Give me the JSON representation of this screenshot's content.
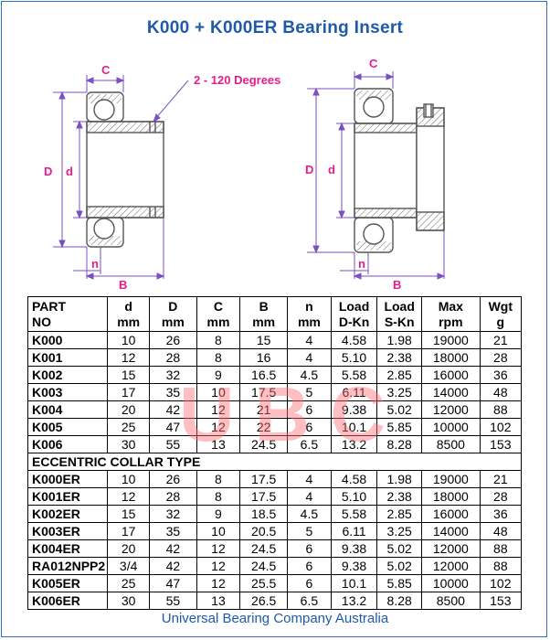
{
  "title": "K000 + K000ER Bearing Insert",
  "footer": "Universal Bearing Company Australia",
  "watermark": "UBC",
  "diagram": {
    "labels": {
      "c": "C",
      "angle": "2 - 120 Degrees",
      "D": "D",
      "d": "d",
      "n": "n",
      "B": "B"
    },
    "colors": {
      "label": "#e61c8a",
      "outline": "#555555"
    }
  },
  "table": {
    "headers": [
      [
        "PART",
        "NO"
      ],
      [
        "d",
        "mm"
      ],
      [
        "D",
        "mm"
      ],
      [
        "C",
        "mm"
      ],
      [
        "B",
        "mm"
      ],
      [
        "n",
        "mm"
      ],
      [
        "Load",
        "D-Kn"
      ],
      [
        "Load",
        "S-Kn"
      ],
      [
        "Max",
        "rpm"
      ],
      [
        "Wgt",
        "g"
      ]
    ],
    "rows_standard": [
      [
        "K000",
        "10",
        "26",
        "8",
        "15",
        "4",
        "4.58",
        "1.98",
        "19000",
        "21"
      ],
      [
        "K001",
        "12",
        "28",
        "8",
        "16",
        "4",
        "5.10",
        "2.38",
        "18000",
        "28"
      ],
      [
        "K002",
        "15",
        "32",
        "9",
        "16.5",
        "4.5",
        "5.58",
        "2.85",
        "16000",
        "36"
      ],
      [
        "K003",
        "17",
        "35",
        "10",
        "17.5",
        "5",
        "6.11",
        "3.25",
        "14000",
        "48"
      ],
      [
        "K004",
        "20",
        "42",
        "12",
        "21",
        "6",
        "9.38",
        "5.02",
        "12000",
        "88"
      ],
      [
        "K005",
        "25",
        "47",
        "12",
        "22",
        "6",
        "10.1",
        "5.85",
        "10000",
        "102"
      ],
      [
        "K006",
        "30",
        "55",
        "13",
        "24.5",
        "6.5",
        "13.2",
        "8.28",
        "8500",
        "153"
      ]
    ],
    "section_label": "ECCENTRIC COLLAR TYPE",
    "rows_eccentric": [
      [
        "K000ER",
        "10",
        "26",
        "8",
        "17.5",
        "4",
        "4.58",
        "1.98",
        "19000",
        "21"
      ],
      [
        "K001ER",
        "12",
        "28",
        "8",
        "17.5",
        "4",
        "5.10",
        "2.38",
        "18000",
        "28"
      ],
      [
        "K002ER",
        "15",
        "32",
        "9",
        "18.5",
        "4.5",
        "5.58",
        "2.85",
        "16000",
        "36"
      ],
      [
        "K003ER",
        "17",
        "35",
        "10",
        "20.5",
        "5",
        "6.11",
        "3.25",
        "14000",
        "48"
      ],
      [
        "K004ER",
        "20",
        "42",
        "12",
        "24.5",
        "6",
        "9.38",
        "5.02",
        "12000",
        "88"
      ],
      [
        "RA012NPP2",
        "3/4",
        "42",
        "12",
        "24.5",
        "6",
        "9.38",
        "5.02",
        "12000",
        "88"
      ],
      [
        "K005ER",
        "25",
        "47",
        "12",
        "25.5",
        "6",
        "10.1",
        "5.85",
        "10000",
        "102"
      ],
      [
        "K006ER",
        "30",
        "55",
        "13",
        "26.5",
        "6.5",
        "13.2",
        "8.28",
        "8500",
        "153"
      ]
    ]
  }
}
